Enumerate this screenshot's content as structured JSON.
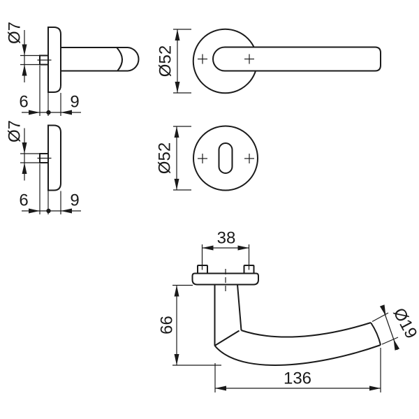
{
  "drawing": {
    "type": "technical-dimension-drawing",
    "subject": "door lever handle set with round rose and key escutcheon",
    "background_color": "#ffffff",
    "line_color": "#1a1a1a",
    "views": {
      "lever_rose_side": {
        "description": "side profile of lever rose with fixing pin and neck",
        "dims": {
          "pin_diameter": "Ø7",
          "pin_protrusion": "6",
          "rose_thickness": "9"
        }
      },
      "lever_rose_front": {
        "description": "front view of round rose with lever bar and two fixing points",
        "dims": {
          "rose_diameter": "Ø52"
        }
      },
      "key_rose_side": {
        "description": "side profile of key escutcheon with fixing pin",
        "dims": {
          "pin_diameter": "Ø7",
          "pin_protrusion": "6",
          "rose_thickness": "9"
        }
      },
      "key_rose_front": {
        "description": "front view of key escutcheon with keyhole slot and two fixing points",
        "dims": {
          "rose_diameter": "Ø52"
        }
      },
      "lever_top": {
        "description": "top view of curved lever handle on rose plate with two fixing pegs",
        "dims": {
          "screw_spacing": "38",
          "neck_height": "66",
          "grip_diameter": "Ø19",
          "handle_length": "136"
        }
      }
    }
  }
}
